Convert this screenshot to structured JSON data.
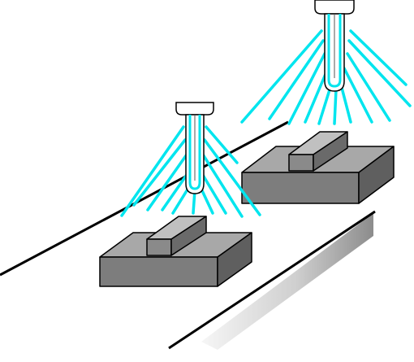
{
  "diagram": {
    "colors": {
      "background": "#ffffff",
      "line": "#000000",
      "spray": "#00e5ee",
      "lamp_glass": "#ffffff",
      "part_face": "#7a7a7a",
      "part_top": "#a8a8a8",
      "part_dark": "#5e5e5e",
      "conveyor_shade_dark": "#9a9a9a",
      "conveyor_shade_light": "#f2f2f2"
    },
    "items": [
      {
        "name": "spray-nozzle-front"
      },
      {
        "name": "spray-nozzle-back"
      },
      {
        "name": "workpiece-front"
      },
      {
        "name": "workpiece-back"
      },
      {
        "name": "conveyor-belt"
      }
    ]
  }
}
